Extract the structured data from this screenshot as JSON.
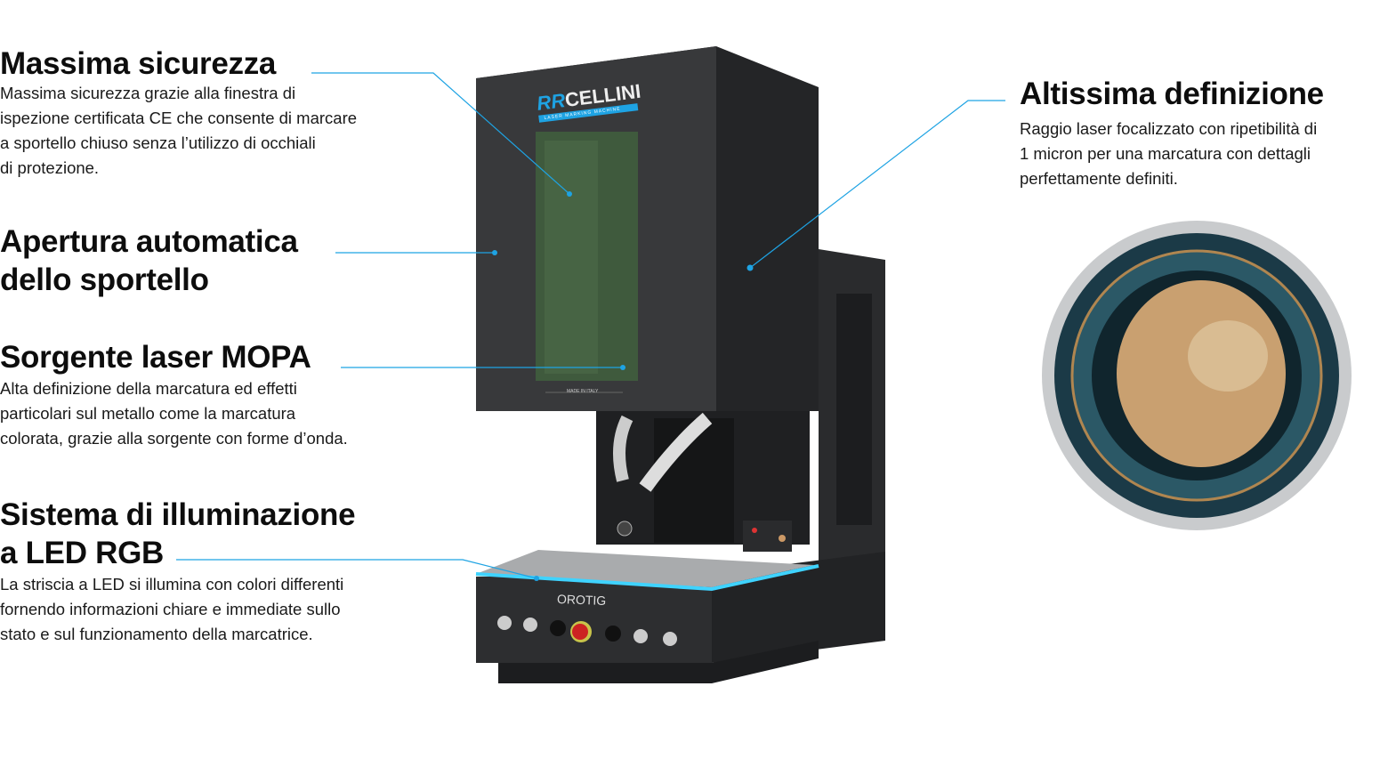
{
  "features": [
    {
      "title": "Massima sicurezza",
      "body": [
        "Massima sicurezza grazie alla finestra di",
        "ispezione certificata CE che consente di marcare",
        "a sportello chiuso senza l’utilizzo di occhiali",
        "di protezione."
      ]
    },
    {
      "title": [
        "Apertura automatica",
        "dello sportello"
      ]
    },
    {
      "title": "Sorgente laser MOPA",
      "body": [
        "Alta definizione della marcatura ed effetti",
        "particolari sul metallo come la marcatura",
        "colorata, grazie alla sorgente con forme d’onda."
      ]
    },
    {
      "title": [
        "Sistema di illuminazione",
        "a LED RGB"
      ],
      "body": [
        "La striscia a LED si illumina con colori differenti",
        "fornendo informazioni chiare e immediate sullo",
        "stato e sul funzionamento della marcatrice."
      ]
    },
    {
      "title": "Altissima definizione",
      "body": [
        "Raggio laser focalizzato con ripetibilità di",
        "1 micron per una marcatura con dettagli",
        "perfettamente definiti."
      ]
    }
  ],
  "machine": {
    "brand_prefix": "RR",
    "brand": "CELLINI",
    "tagline": "LASER MARKING MACHINE",
    "made_in": "MADE IN ITALY",
    "base_brand": "OROTIG"
  },
  "colors": {
    "accent": "#1ea3e3",
    "led": "#3fd3ff",
    "cabinet": "#2b2c2e"
  }
}
